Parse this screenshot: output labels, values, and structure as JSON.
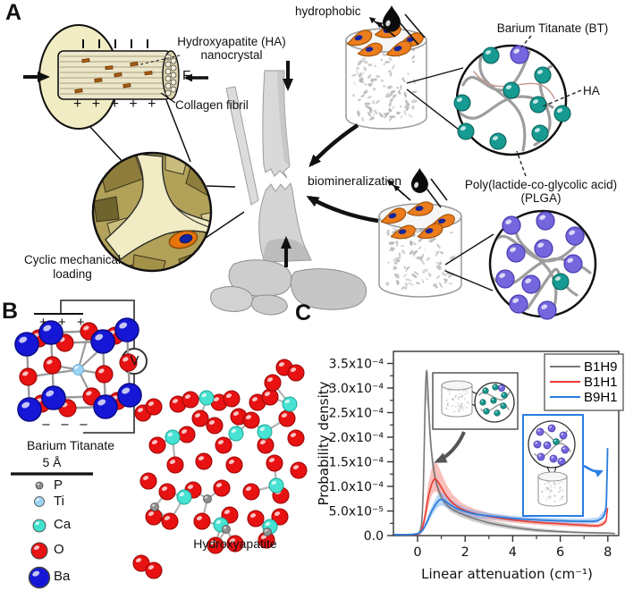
{
  "panels": {
    "a": "A",
    "b": "B",
    "c": "C"
  },
  "panel_a": {
    "hydrophobic": "hydrophobic",
    "ha_nanocrystal": "Hydroxyapatite (HA) nanocrystal",
    "collagen_fibril": "Collagen fibril",
    "force_label": "F",
    "plus_charges": "+ + + + +",
    "cyclic_loading": "Cyclic mechanical loading",
    "biomineralization": "biomineralization",
    "barium_titanate_bt": "Barium Titanate (BT)",
    "ha": "HA",
    "plga_line1": "Poly(lactide-co-glycolic acid)",
    "plga_line2": "(PLGA)"
  },
  "panel_b": {
    "plus_electrode": "+ + +",
    "minus_electrode": "− − −",
    "voltmeter": "V",
    "barium_titanate": "Barium Titanate",
    "scale_bar": "5 Å",
    "atoms": [
      {
        "symbol": "P",
        "color": "#8f8f8f"
      },
      {
        "symbol": "Ti",
        "color": "#9ad4f5"
      },
      {
        "symbol": "Ca",
        "color": "#40e0cf"
      },
      {
        "symbol": "O",
        "color": "#e81212"
      },
      {
        "symbol": "Ba",
        "color": "#1617d6"
      }
    ],
    "hydroxyapatite": "Hydroxyapatite"
  },
  "chart_data": {
    "type": "line",
    "title": "",
    "xlabel": "Linear attenuation (cm⁻¹)",
    "ylabel": "Probability density",
    "xlim": [
      -1.1,
      8.45
    ],
    "ylim": [
      0,
      0.00037
    ],
    "y_scale_unit": "1e-4",
    "grid": false,
    "legend_position": "top-right",
    "x_ticks": [
      {
        "v": 0,
        "label": "0"
      },
      {
        "v": 2,
        "label": "2"
      },
      {
        "v": 4,
        "label": "4"
      },
      {
        "v": 6,
        "label": "6"
      },
      {
        "v": 8,
        "label": "8"
      }
    ],
    "x_minor": [
      1,
      3,
      5,
      7
    ],
    "y_ticks": [
      {
        "v": 0.0,
        "label": "0.0"
      },
      {
        "v": 0.5,
        "label": "5.0x10⁻⁵"
      },
      {
        "v": 1.0,
        "label": "1.0x10⁻⁴"
      },
      {
        "v": 1.5,
        "label": "1.5x10⁻⁴"
      },
      {
        "v": 2.0,
        "label": "2.0x10⁻⁴"
      },
      {
        "v": 2.5,
        "label": "2.5x10⁻⁴"
      },
      {
        "v": 3.0,
        "label": "3.0x10⁻⁴"
      },
      {
        "v": 3.5,
        "label": "3.5x10⁻⁴"
      }
    ],
    "y_minor": [
      0.25,
      0.75,
      1.25,
      1.75,
      2.25,
      2.75,
      3.25
    ],
    "series": [
      {
        "name": "B1H9",
        "color": "#787878",
        "band_color": "#8a8a8a",
        "band_opacity": 0.4,
        "width": 1.6,
        "x": [
          -1.0,
          -0.3,
          0.0,
          0.1,
          0.18,
          0.25,
          0.32,
          0.38,
          0.44,
          0.52,
          0.62,
          0.75,
          0.9,
          1.1,
          1.4,
          1.8,
          2.3,
          3.0,
          4.0,
          5.0,
          6.0,
          7.0,
          8.0,
          8.3
        ],
        "y": [
          0.02,
          0.02,
          0.04,
          0.09,
          0.3,
          1.1,
          2.75,
          3.35,
          2.9,
          2.1,
          1.55,
          1.15,
          0.9,
          0.7,
          0.55,
          0.45,
          0.36,
          0.26,
          0.17,
          0.11,
          0.08,
          0.06,
          0.05,
          0.04
        ],
        "band_upper": [
          0.03,
          0.03,
          0.06,
          0.13,
          0.45,
          1.5,
          3.05,
          3.42,
          3.08,
          2.35,
          1.72,
          1.28,
          1.0,
          0.78,
          0.62,
          0.52,
          0.43,
          0.32,
          0.22,
          0.15,
          0.11,
          0.08,
          0.07,
          0.06
        ],
        "band_lower": [
          0.01,
          0.01,
          0.03,
          0.06,
          0.2,
          0.85,
          2.3,
          2.78,
          2.52,
          1.88,
          1.38,
          1.02,
          0.8,
          0.62,
          0.48,
          0.38,
          0.29,
          0.2,
          0.12,
          0.07,
          0.05,
          0.04,
          0.03,
          0.03
        ]
      },
      {
        "name": "B1H1",
        "color": "#e8392e",
        "band_color": "#f28b84",
        "band_opacity": 0.55,
        "width": 1.6,
        "x": [
          -1.0,
          -0.3,
          0.0,
          0.15,
          0.3,
          0.45,
          0.6,
          0.72,
          0.85,
          1.0,
          1.2,
          1.5,
          1.9,
          2.4,
          3.0,
          4.0,
          5.0,
          6.0,
          7.0,
          7.6,
          7.9,
          7.96,
          7.99
        ],
        "y": [
          0.02,
          0.02,
          0.03,
          0.08,
          0.35,
          0.78,
          1.05,
          1.15,
          1.1,
          0.98,
          0.82,
          0.65,
          0.53,
          0.45,
          0.39,
          0.32,
          0.27,
          0.24,
          0.21,
          0.2,
          0.28,
          0.45,
          0.56
        ],
        "band_upper": [
          0.03,
          0.03,
          0.05,
          0.12,
          0.5,
          1.05,
          1.38,
          1.5,
          1.44,
          1.27,
          1.05,
          0.82,
          0.65,
          0.54,
          0.46,
          0.38,
          0.32,
          0.28,
          0.25,
          0.24,
          0.33,
          0.5,
          0.62
        ],
        "band_lower": [
          0.01,
          0.01,
          0.02,
          0.05,
          0.25,
          0.58,
          0.82,
          0.9,
          0.87,
          0.78,
          0.66,
          0.53,
          0.44,
          0.37,
          0.32,
          0.26,
          0.22,
          0.19,
          0.17,
          0.16,
          0.23,
          0.4,
          0.5
        ]
      },
      {
        "name": "B9H1",
        "color": "#2a7de1",
        "band_color": "#7fb3f0",
        "band_opacity": 0.55,
        "width": 1.8,
        "x": [
          -1.0,
          -0.3,
          0.0,
          0.2,
          0.4,
          0.6,
          0.8,
          0.95,
          1.1,
          1.3,
          1.6,
          2.0,
          2.5,
          3.0,
          4.0,
          5.0,
          6.0,
          7.0,
          7.6,
          7.9,
          7.96,
          7.99
        ],
        "y": [
          0.02,
          0.02,
          0.04,
          0.1,
          0.28,
          0.5,
          0.66,
          0.73,
          0.72,
          0.65,
          0.56,
          0.49,
          0.43,
          0.4,
          0.35,
          0.32,
          0.3,
          0.29,
          0.31,
          0.5,
          1.1,
          1.78
        ],
        "band_upper": [
          0.03,
          0.03,
          0.05,
          0.13,
          0.35,
          0.6,
          0.79,
          0.88,
          0.86,
          0.77,
          0.66,
          0.57,
          0.5,
          0.46,
          0.4,
          0.37,
          0.35,
          0.34,
          0.37,
          0.56,
          1.16,
          1.83
        ],
        "band_lower": [
          0.01,
          0.01,
          0.03,
          0.07,
          0.22,
          0.41,
          0.55,
          0.61,
          0.6,
          0.55,
          0.47,
          0.41,
          0.36,
          0.34,
          0.29,
          0.27,
          0.25,
          0.24,
          0.26,
          0.44,
          1.04,
          1.73
        ]
      }
    ]
  }
}
